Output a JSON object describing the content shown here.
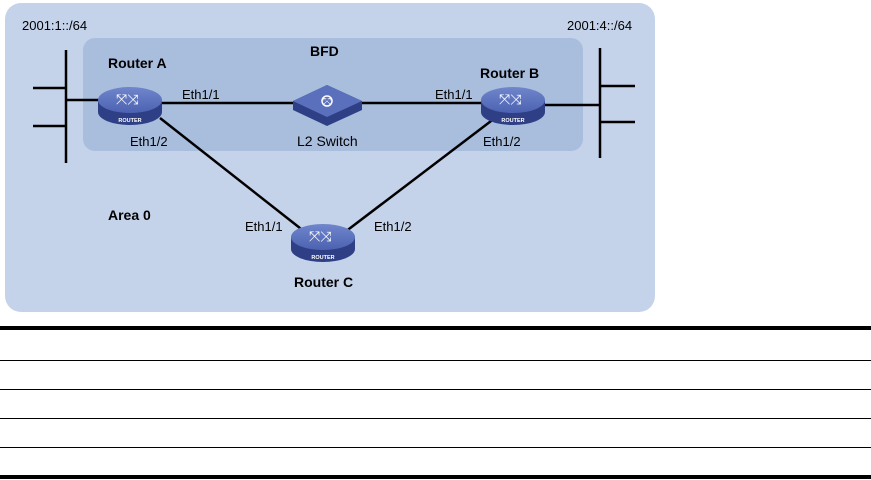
{
  "diagram": {
    "area_label": "Area 0",
    "bfd_label": "BFD",
    "networks": {
      "left": "2001:1::/64",
      "right": "2001:4::/64"
    },
    "devices": {
      "router_a": {
        "name": "Router A",
        "badge": "ROUTER",
        "ports": {
          "eth1": "Eth1/1",
          "eth2": "Eth1/2"
        }
      },
      "router_b": {
        "name": "Router B",
        "badge": "ROUTER",
        "ports": {
          "eth1": "Eth1/1",
          "eth2": "Eth1/2"
        }
      },
      "router_c": {
        "name": "Router C",
        "badge": "ROUTER",
        "ports": {
          "eth1": "Eth1/1",
          "eth2": "Eth1/2"
        }
      },
      "switch": {
        "name": "L2 Switch"
      }
    },
    "colors": {
      "area": "#c5d3ea",
      "bfd": "#a9bddd",
      "device": "#3d4f9e"
    }
  },
  "table": {
    "rows": 5
  }
}
